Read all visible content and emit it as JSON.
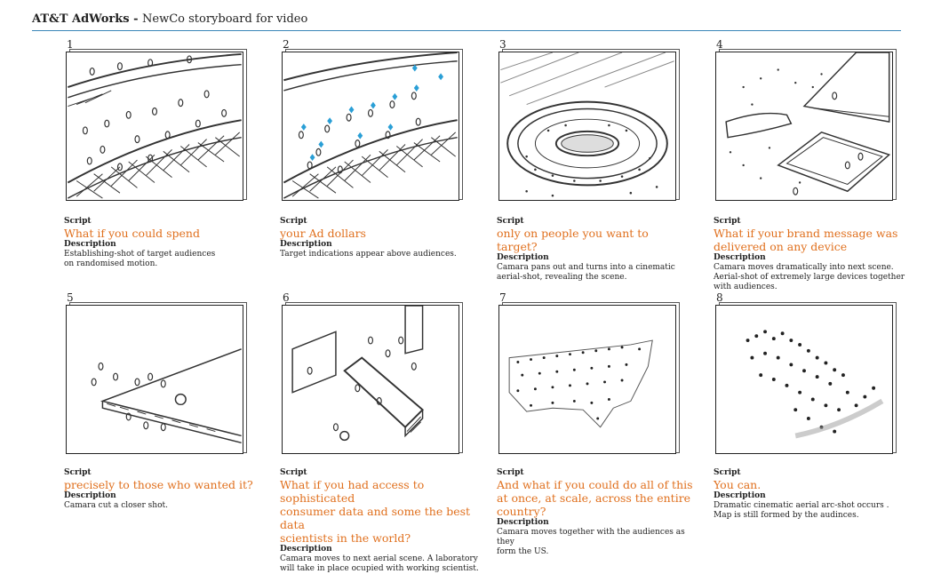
{
  "header": {
    "brand": "AT&T AdWorks",
    "separator": " - ",
    "subtitle": "NewCo storyboard for video"
  },
  "labels": {
    "script": "Script",
    "description": "Description"
  },
  "panels": [
    {
      "number": "1",
      "script": "What if you could spend",
      "description": "Establishing-shot of target audiences\non randomised motion."
    },
    {
      "number": "2",
      "script": "your Ad dollars",
      "description": "Target indications appear above audiences."
    },
    {
      "number": "3",
      "script": "only on people you want to\ntarget?",
      "description": "Camara pans out and turns into a cinematic\n aerial-shot, revealing  the scene."
    },
    {
      "number": "4",
      "script": "What if your brand message was\ndelivered on any device",
      "description": "Camara moves dramatically into next scene.\nAerial-shot of extremely large devices together\nwith audiences."
    },
    {
      "number": "5",
      "script": "precisely to those who wanted it?",
      "description": "Camara cut  a closer shot."
    },
    {
      "number": "6",
      "script": "What if you had access to sophisticated\nconsumer data and some the best data\nscientists in the world?",
      "description": "Camara moves to next aerial scene.  A laboratory\nwill take in place ocupied with  working scientist."
    },
    {
      "number": "7",
      "script": "And what if you could do all of this\nat once, at scale, across the entire\ncountry?",
      "description": "Camara moves together with the audiences  as they\nform the US."
    },
    {
      "number": "8",
      "script": "You can.",
      "description": "Dramatic cinematic aerial arc-shot occurs .\nMap is still formed by the audinces."
    }
  ]
}
